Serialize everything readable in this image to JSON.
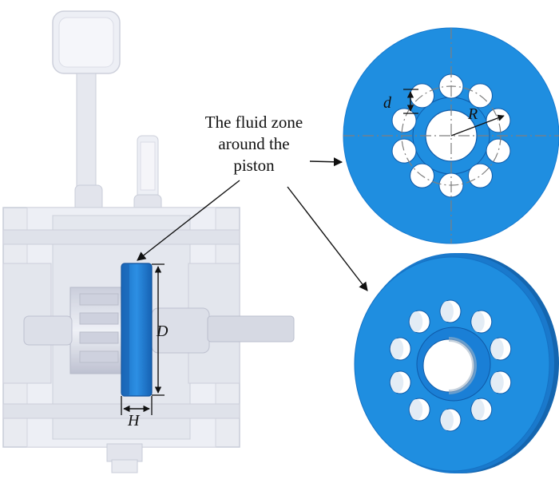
{
  "callout": {
    "lines": [
      "The fluid zone",
      "around the",
      "piston"
    ]
  },
  "dimensions": {
    "d": "d",
    "R": "R",
    "D": "D",
    "H": "H"
  },
  "colors": {
    "piston_blue": "#1f8ee0",
    "piston_dark": "#1466b0",
    "ghost": "#d7dae6",
    "ghost_dark": "#b9bdcf",
    "dash_line": "#7f7f7f"
  },
  "holes": {
    "count": 10
  }
}
